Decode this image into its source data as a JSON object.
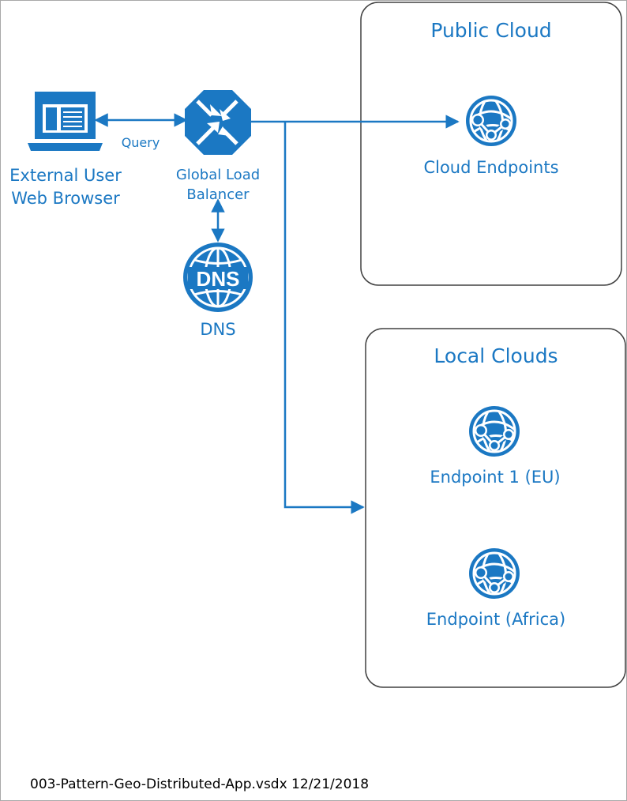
{
  "diagram": {
    "public_cloud": {
      "title": "Public Cloud",
      "endpoint_label": "Cloud Endpoints",
      "endpoint_icon": "globe-endpoint-icon"
    },
    "local_clouds": {
      "title": "Local Clouds",
      "endpoints": [
        {
          "label": "Endpoint 1 (EU)",
          "icon": "globe-endpoint-icon"
        },
        {
          "label": "Endpoint (Africa)",
          "icon": "globe-endpoint-icon"
        }
      ]
    },
    "external_user": {
      "line1": "External User",
      "line2": "Web Browser",
      "icon": "laptop-browser-icon"
    },
    "query_label": "Query",
    "load_balancer": {
      "line1": "Global Load",
      "line2": "Balancer",
      "icon": "load-balancer-icon"
    },
    "dns": {
      "icon_text": "DNS",
      "label": "DNS",
      "icon": "dns-globe-icon"
    },
    "footer": "003-Pattern-Geo-Distributed-App.vsdx 12/21/2018",
    "colors": {
      "accent": "#1b78c3",
      "box_border": "#404040",
      "text": "#1b78c3"
    }
  }
}
